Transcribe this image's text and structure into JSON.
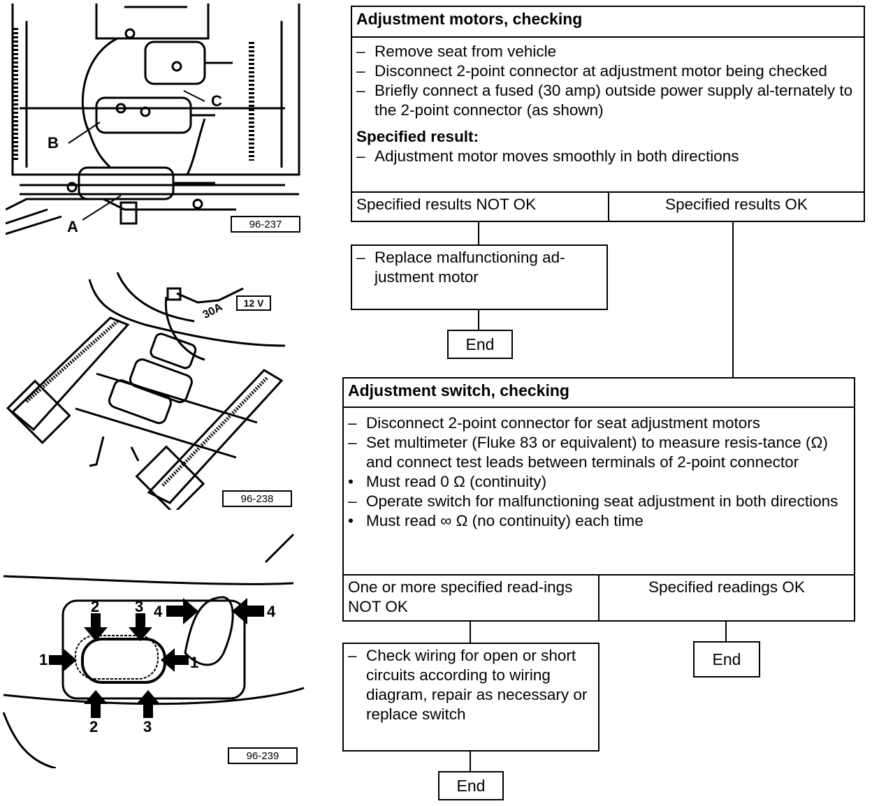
{
  "figures": {
    "fig1": {
      "id_label": "96-237",
      "labels": [
        "A",
        "B",
        "C"
      ]
    },
    "fig2": {
      "id_label": "96-238",
      "fuse_label": "30A",
      "battery_label": "12 V"
    },
    "fig3": {
      "id_label": "96-239",
      "arrow_numbers": [
        "1",
        "1",
        "2",
        "2",
        "3",
        "3",
        "4",
        "4"
      ]
    }
  },
  "motors_check": {
    "title": "Adjustment motors, checking",
    "steps": [
      "Remove seat from vehicle",
      "Disconnect 2-point connector at adjustment motor being checked",
      "Briefly connect a fused (30 amp) outside power supply al-ternately to the 2-point connector (as shown)"
    ],
    "result_label": "Specified result:",
    "result": "Adjustment motor moves smoothly in both directions",
    "branch_not_ok": "Specified results NOT OK",
    "branch_ok": "Specified results OK",
    "not_ok_action": "Replace malfunctioning ad-justment motor",
    "end_label": "End"
  },
  "switch_check": {
    "title": "Adjustment switch, checking",
    "items": [
      {
        "marker": "–",
        "text": "Disconnect 2-point connector for seat adjustment motors"
      },
      {
        "marker": "–",
        "text": "Set multimeter (Fluke 83 or equivalent) to measure resis-tance (Ω) and connect test leads between terminals of 2-point connector"
      },
      {
        "marker": "•",
        "text": "Must read 0 Ω (continuity)"
      },
      {
        "marker": "–",
        "text": "Operate switch for malfunctioning seat adjustment in both directions"
      },
      {
        "marker": "•",
        "text": "Must read ∞ Ω (no continuity) each time"
      }
    ],
    "branch_not_ok": "One or more specified read-ings NOT OK",
    "branch_ok": "Specified readings OK",
    "not_ok_action": "Check wiring for open or short circuits according to wiring diagram, repair as necessary or replace switch",
    "end_label_1": "End",
    "end_label_2": "End"
  },
  "dash": "–"
}
